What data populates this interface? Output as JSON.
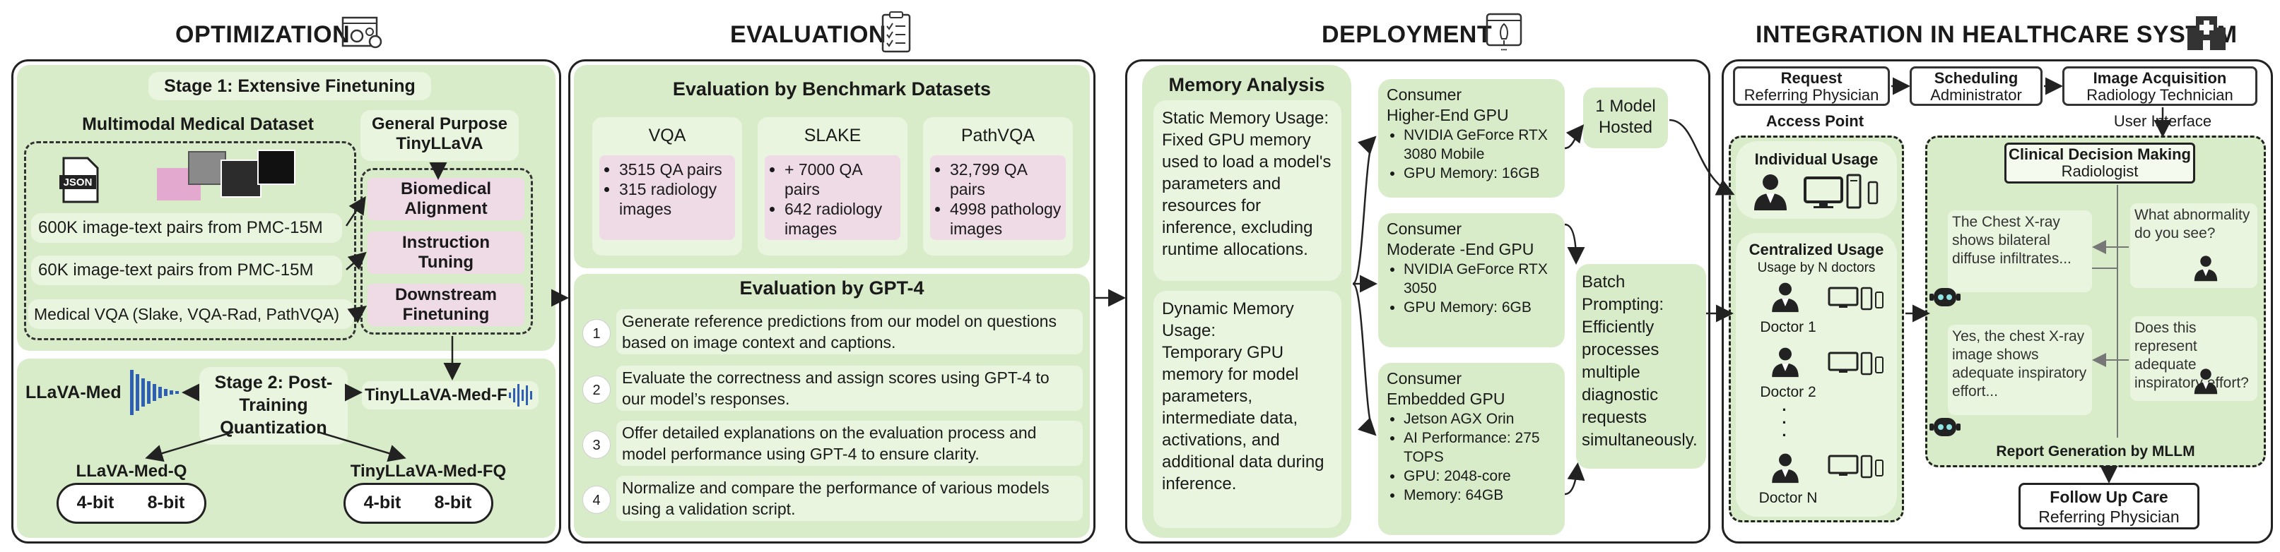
{
  "sections": {
    "optimization": "OPTIMIZATION",
    "evaluation": "EVALUATION",
    "deployment": "DEPLOYMENT",
    "integration": "INTEGRATION IN HEALTHCARE SYSTEM"
  },
  "optimization": {
    "stage1": "Stage 1: Extensive Finetuning",
    "dataset_title": "Multimodal Medical Dataset",
    "json_label": "JSON",
    "general_purpose": [
      "General Purpose",
      "TinyLLaVA"
    ],
    "datasets": [
      "600K image-text pairs from PMC-15M",
      "60K image-text pairs from PMC-15M",
      "Medical VQA (Slake, VQA-Rad, PathVQA)"
    ],
    "steps": [
      [
        "Biomedical",
        "Alignment"
      ],
      [
        "Instruction",
        "Tuning"
      ],
      [
        "Downstream",
        "Finetuning"
      ]
    ],
    "llava_med": "LLaVA-Med",
    "stage2": [
      "Stage 2: Post-",
      "Training",
      "Quantization"
    ],
    "tinyllava_med_f": "TinyLLaVA-Med-F",
    "llava_med_q": "LLaVA-Med-Q",
    "tinyllava_med_fq": "TinyLLaVA-Med-FQ",
    "bits": [
      "4-bit",
      "8-bit"
    ]
  },
  "evaluation": {
    "bench_title": "Evaluation by Benchmark Datasets",
    "datasets": [
      {
        "name": "VQA",
        "lines": [
          "3515 QA pairs",
          "315 radiology images"
        ]
      },
      {
        "name": "SLAKE",
        "lines": [
          "+ 7000 QA pairs",
          "642 radiology images"
        ]
      },
      {
        "name": "PathVQA",
        "lines": [
          "32,799 QA pairs",
          "4998 pathology images"
        ]
      }
    ],
    "gpt_title": "Evaluation by GPT-4",
    "gpt_steps": [
      {
        "n": "1",
        "text": "Generate reference predictions from our model on questions based on image context and captions."
      },
      {
        "n": "2",
        "text": "Evaluate the correctness and assign scores using GPT-4 to our model’s responses."
      },
      {
        "n": "3",
        "text": "Offer detailed explanations on the evaluation process and model performance using GPT-4 to ensure clarity."
      },
      {
        "n": "4",
        "text": "Normalize and compare the performance of various models using a validation script."
      }
    ]
  },
  "deployment": {
    "memory_title": "Memory Analysis",
    "static_title": "Static Memory Usage:",
    "static_text": "Fixed GPU memory used to load a model's parameters and resources for inference, excluding runtime allocations.",
    "dynamic_title": "Dynamic Memory Usage:",
    "dynamic_text": "Temporary GPU memory for model parameters, intermediate data, activations, and additional data during inference.",
    "gpus": [
      {
        "title": [
          "Consumer",
          "Higher-End GPU"
        ],
        "items": [
          "NVIDIA GeForce RTX 3080 Mobile",
          "GPU Memory: 16GB"
        ]
      },
      {
        "title": [
          "Consumer",
          "Moderate -End GPU"
        ],
        "items": [
          "NVIDIA GeForce RTX 3050",
          "GPU Memory: 6GB"
        ]
      },
      {
        "title": [
          "Consumer",
          "Embedded  GPU"
        ],
        "items": [
          "Jetson AGX Orin",
          "AI Performance: 275 TOPS",
          "GPU: 2048-core",
          "Memory: 64GB"
        ]
      }
    ],
    "one_model": [
      "1 Model",
      "Hosted"
    ],
    "batch_title": "Batch Prompting:",
    "batch_text": "Efficiently processes multiple diagnostic requests simultaneously."
  },
  "integration": {
    "request": {
      "title": "Request",
      "sub": "Referring Physician"
    },
    "scheduling": {
      "title": "Scheduling",
      "sub": "Administrator"
    },
    "acquisition": {
      "title": "Image Acquisition",
      "sub": "Radiology Technician"
    },
    "access_point": "Access Point",
    "user_interface": "User Interface",
    "individual": "Individual Usage",
    "centralized": "Centralized Usage",
    "centralized_sub": "Usage by N doctors",
    "doctors": [
      "Doctor 1",
      "Doctor 2",
      "Doctor N"
    ],
    "dots": "·\n·\n·",
    "clinical": {
      "title": "Clinical Decision Making",
      "sub": "Radiologist"
    },
    "chat": [
      "The Chest X-ray shows bilateral diffuse infiltrates...",
      "What abnormality do you see?",
      "Yes, the chest X-ray image shows adequate inspiratory effort...",
      "Does this represent adequate inspiratory effort?"
    ],
    "report": "Report Generation by MLLM",
    "follow_up": {
      "title": "Follow Up Care",
      "sub": "Referring Physician"
    }
  },
  "colors": {
    "panel_green": "#d9ecc9",
    "light_green": "#e9f5df",
    "pink": "#eedbe6",
    "wave_blue": "#2f5fb3"
  }
}
